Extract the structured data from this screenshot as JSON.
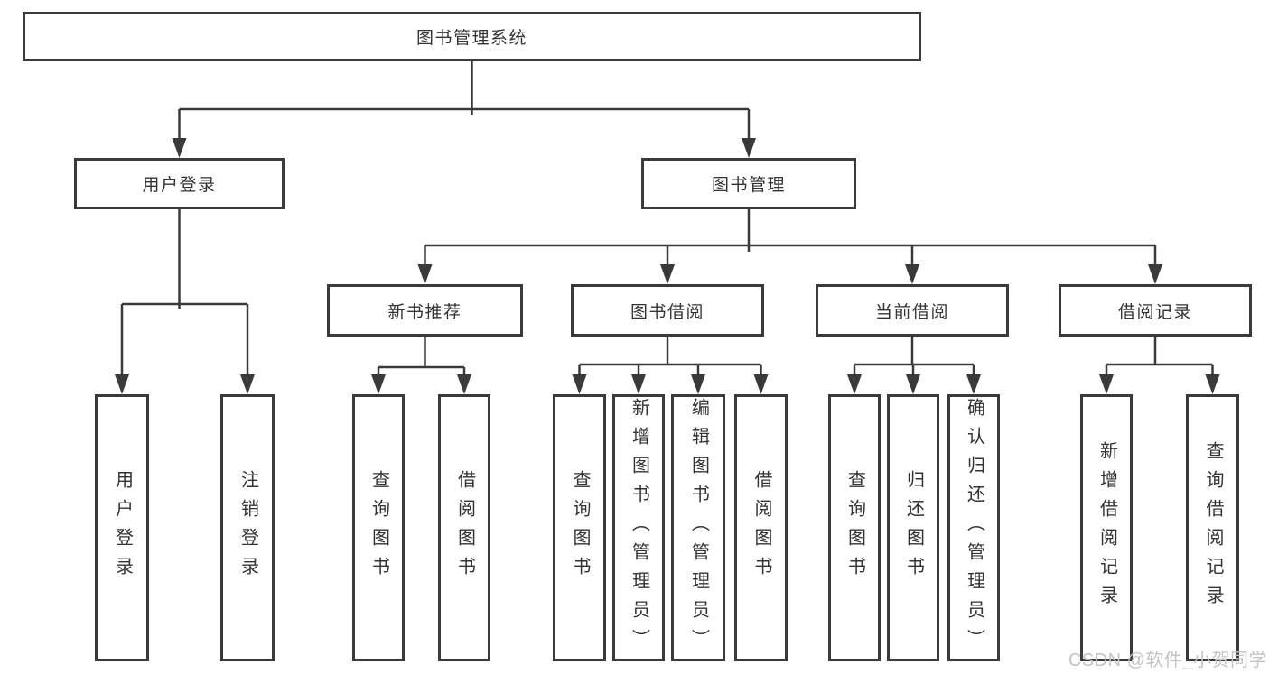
{
  "diagram": {
    "root": {
      "label": "图书管理系统"
    },
    "branches": [
      {
        "label": "用户登录",
        "children": [
          "用户登录",
          "注销登录"
        ]
      },
      {
        "label": "图书管理",
        "sections": [
          {
            "label": "新书推荐",
            "children": [
              "查询图书",
              "借阅图书"
            ]
          },
          {
            "label": "图书借阅",
            "children": [
              "查询图书",
              "新增图书（管理员）",
              "编辑图书（管理员）",
              "借阅图书"
            ]
          },
          {
            "label": "当前借阅",
            "children": [
              "查询图书",
              "归还图书",
              "确认归还（管理员）"
            ]
          },
          {
            "label": "借阅记录",
            "children": [
              "新增借阅记录",
              "查询借阅记录"
            ]
          }
        ]
      }
    ],
    "watermark": "CSDN @软件_小贺同学",
    "colors": {
      "line": "#3a3a3a",
      "text": "#333333",
      "watermark": "#c4c4c4",
      "background": "#ffffff"
    }
  }
}
